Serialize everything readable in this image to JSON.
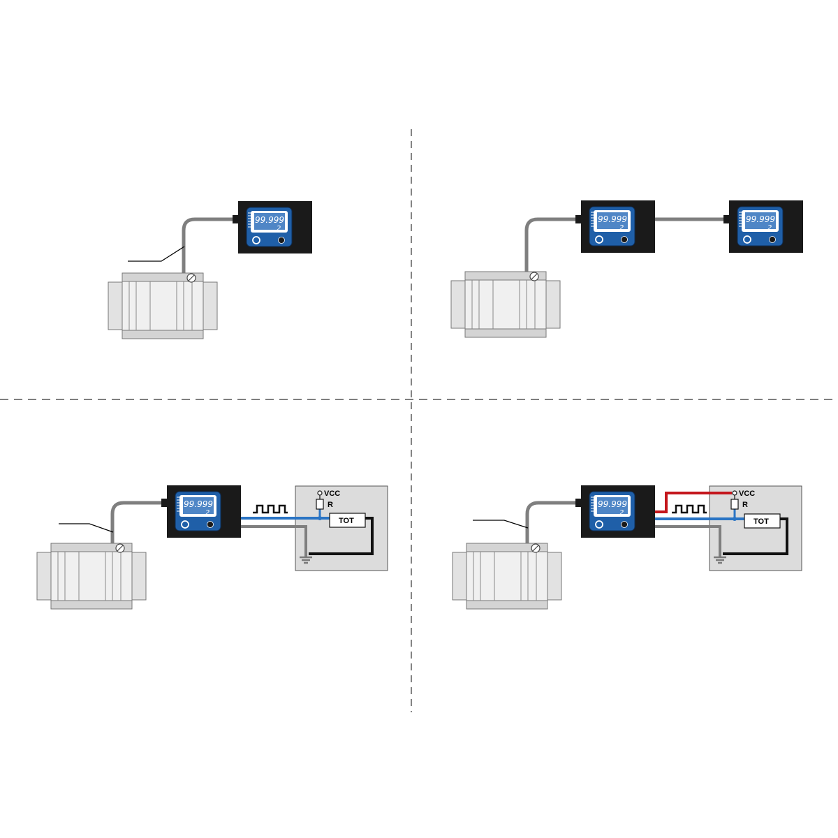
{
  "display": {
    "digits": "99.999",
    "sub": "2"
  },
  "circuit": {
    "vcc": "VCC",
    "resistor": "R",
    "totalizer": "TOT"
  },
  "colors": {
    "meter_body": "#1a1a1a",
    "lcd_blue": "#1f5fa8",
    "signal_blue": "#2a74c4",
    "supply_red": "#c4161c",
    "cable_gray": "#808080",
    "panel_gray": "#dcdcdc",
    "valve_light": "#e8e8e8"
  },
  "panels": [
    {
      "id": "remote-display-single"
    },
    {
      "id": "remote-display-repeater"
    },
    {
      "id": "pulse-output-to-totalizer"
    },
    {
      "id": "pulse-output-with-supply"
    }
  ]
}
